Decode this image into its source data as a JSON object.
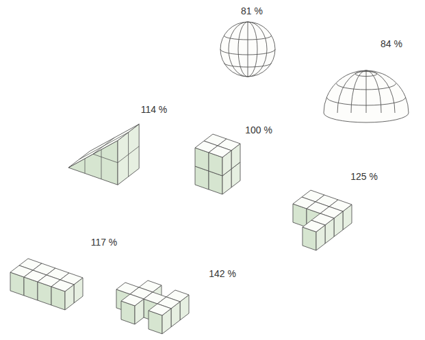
{
  "diagram": {
    "labels": [
      "81 %",
      "84 %",
      "114 %",
      "100 %",
      "125 %",
      "117 %",
      "142 %"
    ]
  }
}
